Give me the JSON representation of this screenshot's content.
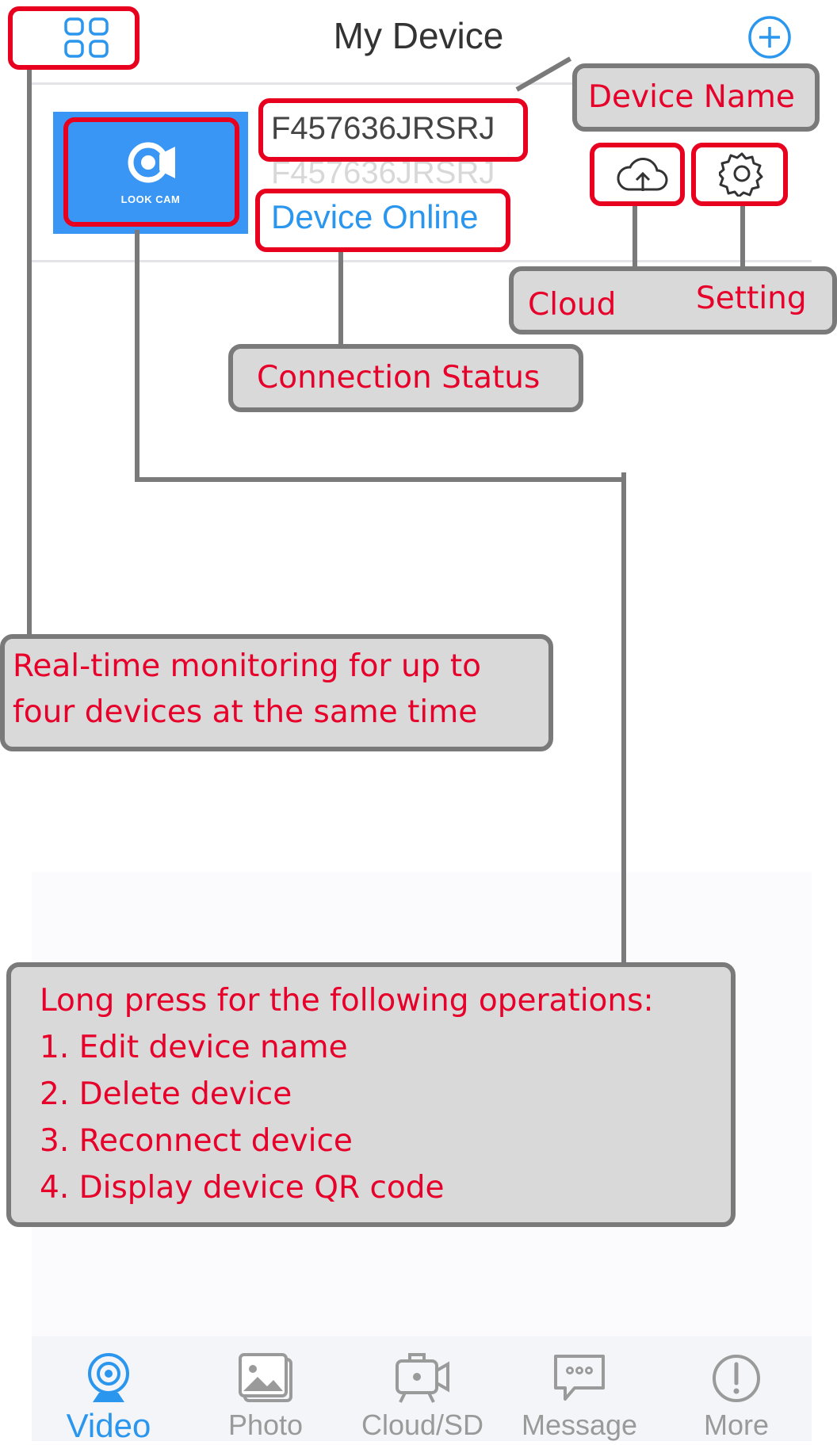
{
  "header": {
    "title": "My Device"
  },
  "device": {
    "brand": "LOOK CAM",
    "name": "F457636JRSRJ",
    "id": "F457636JRSRJ",
    "status": "Device Online"
  },
  "tabs": [
    {
      "label": "Video",
      "icon": "webcam-icon",
      "active": true
    },
    {
      "label": "Photo",
      "icon": "photo-icon",
      "active": false
    },
    {
      "label": "Cloud/SD",
      "icon": "cloud-camera-icon",
      "active": false
    },
    {
      "label": "Message",
      "icon": "message-icon",
      "active": false
    },
    {
      "label": "More",
      "icon": "exclamation-icon",
      "active": false
    }
  ],
  "annotations": {
    "device_name": "Device Name",
    "cloud": "Cloud",
    "setting": "Setting",
    "connection_status": "Connection Status",
    "multi_view": [
      "Real-time monitoring for up to",
      "four devices at the same time"
    ],
    "long_press": [
      "Long press for the following operations:",
      "1. Edit device name",
      "2. Delete device",
      "3. Reconnect device",
      "4. Display device QR code"
    ]
  },
  "colors": {
    "accent": "#2a96ee",
    "thumbnail": "#3a96f4",
    "annotation_red": "#e8001f",
    "callout_gray": "#d9d9d9"
  }
}
